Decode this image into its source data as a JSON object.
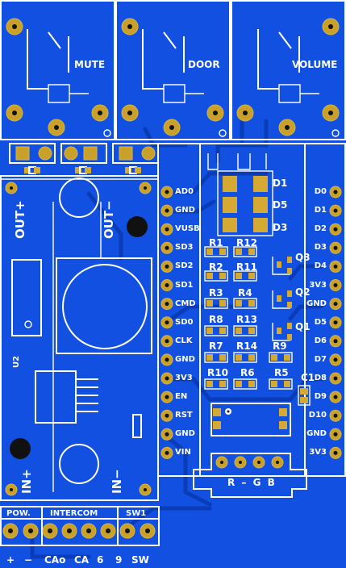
{
  "relays": [
    {
      "label": "MUTE"
    },
    {
      "label": "DOOR"
    },
    {
      "label": "VOLUME"
    }
  ],
  "module_left": {
    "out_plus": "OUT+",
    "out_minus": "OUT−",
    "in_plus": "IN+",
    "in_minus": "IN−",
    "ref": "U2"
  },
  "mcu_left_pins": [
    "AD0",
    "GND",
    "VUSB",
    "SD3",
    "SD2",
    "SD1",
    "CMD",
    "SD0",
    "CLK",
    "GND",
    "3V3",
    "EN",
    "RST",
    "GND",
    "VIN"
  ],
  "mcu_right_pins": [
    "D0",
    "D1",
    "D2",
    "D3",
    "D4",
    "3V3",
    "GND",
    "D5",
    "D6",
    "D7",
    "D8",
    "D9",
    "D10",
    "GND",
    "3V3"
  ],
  "diodes": [
    "D1",
    "D5",
    "D3"
  ],
  "resistors": [
    "R1",
    "R12",
    "R2",
    "R11",
    "R3",
    "R4",
    "R8",
    "R13",
    "R7",
    "R14",
    "R9",
    "R10",
    "R6",
    "R5"
  ],
  "transistors": [
    "Q3",
    "Q2",
    "Q1"
  ],
  "capacitor": "C1",
  "rgb_label": "R – G B",
  "bottom_groups": [
    "POW.",
    "INTERCOM",
    "SW1"
  ],
  "bottom_pins": [
    "+",
    "−",
    "CAo",
    "CA",
    "6",
    "9",
    "SW"
  ],
  "colors": {
    "board": "#1150e0",
    "copper": "#0b3cb8",
    "pad": "#c8a02a",
    "silk": "#ffffff"
  }
}
